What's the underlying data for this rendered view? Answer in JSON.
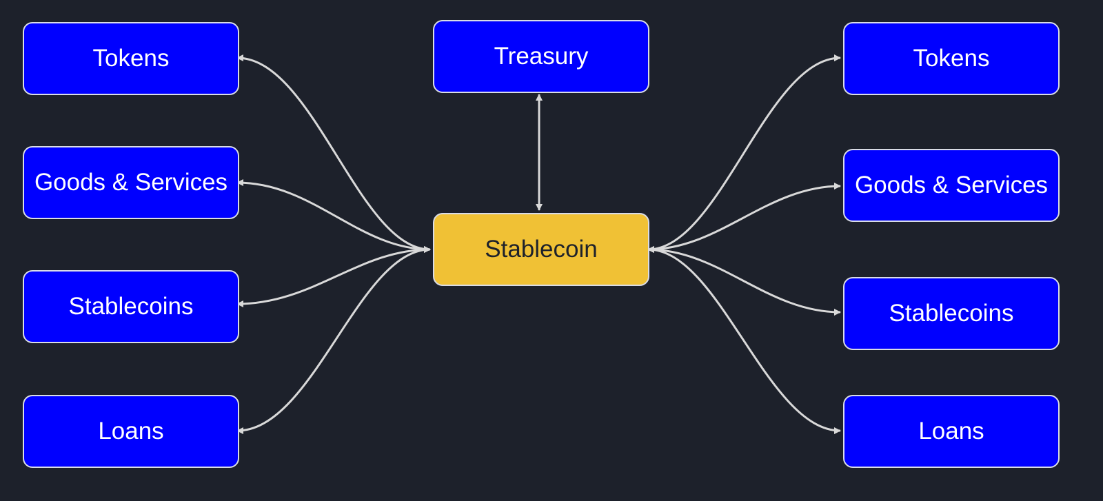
{
  "colors": {
    "background": "#1d212b",
    "node_fill": "#0000ff",
    "center_fill": "#f0c135",
    "node_border": "#d9dce6",
    "edge": "#d9d9d9"
  },
  "nodes": {
    "treasury": "Treasury",
    "stablecoin": "Stablecoin",
    "left": {
      "tokens": "Tokens",
      "goods": "Goods & Services",
      "stablecoins": "Stablecoins",
      "loans": "Loans"
    },
    "right": {
      "tokens": "Tokens",
      "goods": "Goods & Services",
      "stablecoins": "Stablecoins",
      "loans": "Loans"
    }
  },
  "edges": [
    {
      "from": "stablecoin",
      "to": "treasury",
      "direction": "both"
    },
    {
      "from": "stablecoin",
      "to": "left.tokens",
      "direction": "both"
    },
    {
      "from": "stablecoin",
      "to": "left.goods",
      "direction": "both"
    },
    {
      "from": "stablecoin",
      "to": "left.stablecoins",
      "direction": "both"
    },
    {
      "from": "stablecoin",
      "to": "left.loans",
      "direction": "both"
    },
    {
      "from": "stablecoin",
      "to": "right.tokens",
      "direction": "both"
    },
    {
      "from": "stablecoin",
      "to": "right.goods",
      "direction": "both"
    },
    {
      "from": "stablecoin",
      "to": "right.stablecoins",
      "direction": "both"
    },
    {
      "from": "stablecoin",
      "to": "right.loans",
      "direction": "both"
    }
  ]
}
